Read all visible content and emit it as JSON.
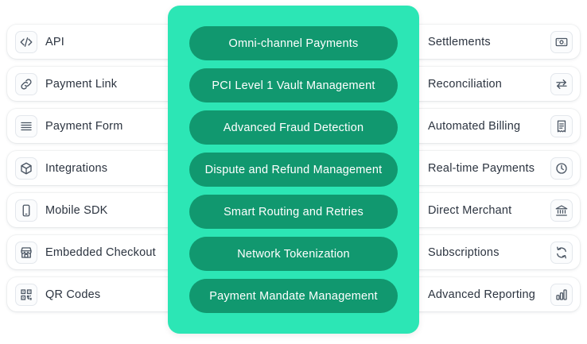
{
  "left_items": [
    {
      "label": "API",
      "icon": "code-icon"
    },
    {
      "label": "Payment Link",
      "icon": "link-icon"
    },
    {
      "label": "Payment Form",
      "icon": "form-lines-icon"
    },
    {
      "label": "Integrations",
      "icon": "cube-icon"
    },
    {
      "label": "Mobile SDK",
      "icon": "mobile-icon"
    },
    {
      "label": "Embedded Checkout",
      "icon": "storefront-icon"
    },
    {
      "label": "QR Codes",
      "icon": "qr-code-icon"
    }
  ],
  "center_items": [
    {
      "label": "Omni-channel Payments"
    },
    {
      "label": "PCI Level 1 Vault Management"
    },
    {
      "label": "Advanced Fraud Detection"
    },
    {
      "label": "Dispute and Refund Management"
    },
    {
      "label": "Smart Routing and Retries"
    },
    {
      "label": "Network Tokenization"
    },
    {
      "label": "Payment Mandate Management"
    }
  ],
  "right_items": [
    {
      "label": "Settlements",
      "icon": "cash-icon"
    },
    {
      "label": "Reconciliation",
      "icon": "swap-arrows-icon"
    },
    {
      "label": "Automated Billing",
      "icon": "receipt-icon"
    },
    {
      "label": "Real-time Payments",
      "icon": "clock-icon"
    },
    {
      "label": "Direct Merchant",
      "icon": "bank-icon"
    },
    {
      "label": "Subscriptions",
      "icon": "refresh-icon"
    },
    {
      "label": "Advanced Reporting",
      "icon": "bar-chart-icon"
    }
  ],
  "colors": {
    "panel": "#2ce6b5",
    "pill": "#11986f",
    "pill_text": "#ffffff",
    "card_text": "#2c3440",
    "icon_stroke": "#4a5563"
  }
}
